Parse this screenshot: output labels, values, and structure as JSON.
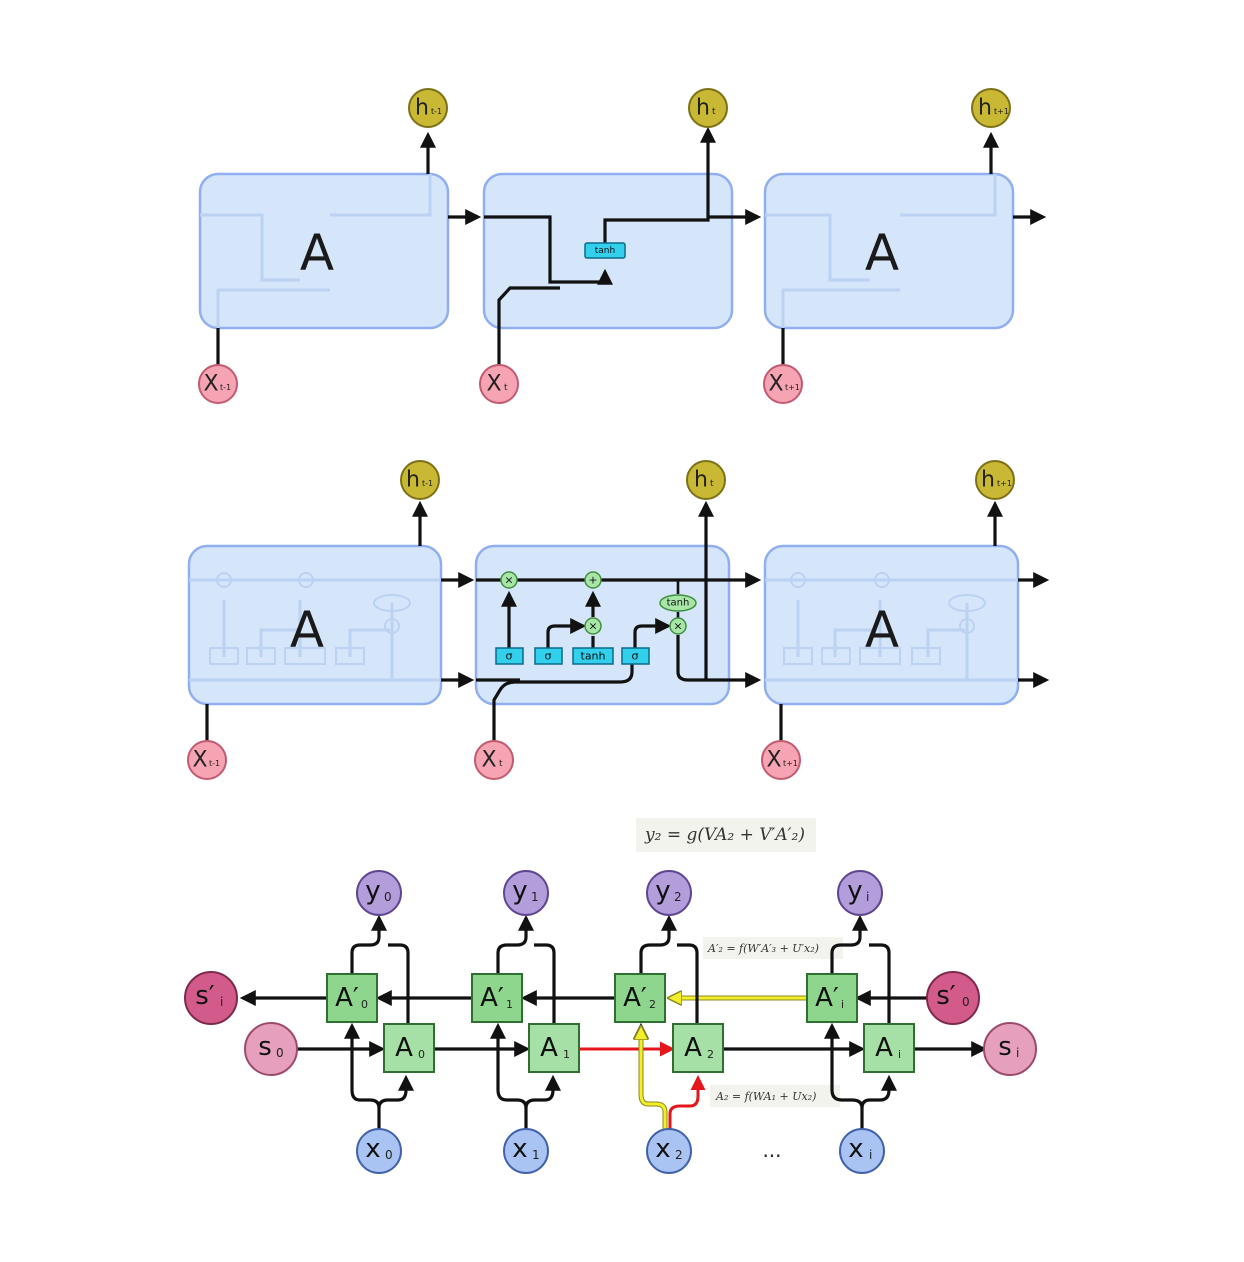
{
  "colors": {
    "cell_fill": "#d5e6fb",
    "cell_border": "#90aef0",
    "h_node": "#c9b834",
    "x_node": "#f6a3b3",
    "gate": "#33d0ee",
    "pointwise_op": "#a7e6a7",
    "bi_box": "#8ed58e",
    "y_node": "#b39ddb",
    "x_input_node": "#a9c3f2",
    "s_node": "#e6a0bd",
    "s_prime_node": "#d35b8b",
    "forward_path": "#e4161b",
    "backward_path": "#f2ee2a"
  },
  "rnn": {
    "cells": [
      {
        "label": "A"
      },
      {
        "label": "A"
      }
    ],
    "middle_gate": "tanh",
    "outputs": [
      {
        "base": "h",
        "sub": "t-1"
      },
      {
        "base": "h",
        "sub": "t"
      },
      {
        "base": "h",
        "sub": "t+1"
      }
    ],
    "inputs": [
      {
        "base": "X",
        "sub": "t-1"
      },
      {
        "base": "X",
        "sub": "t"
      },
      {
        "base": "X",
        "sub": "t+1"
      }
    ]
  },
  "lstm": {
    "cells": [
      {
        "label": "A"
      },
      {
        "label": "A"
      }
    ],
    "gates": [
      "σ",
      "σ",
      "tanh",
      "σ"
    ],
    "ops": {
      "forget": "×",
      "add": "+",
      "input_mul": "×",
      "output_mul": "×",
      "cell_tanh": "tanh"
    },
    "outputs": [
      {
        "base": "h",
        "sub": "t-1"
      },
      {
        "base": "h",
        "sub": "t"
      },
      {
        "base": "h",
        "sub": "t+1"
      }
    ],
    "inputs": [
      {
        "base": "X",
        "sub": "t-1"
      },
      {
        "base": "X",
        "sub": "t"
      },
      {
        "base": "X",
        "sub": "t+1"
      }
    ]
  },
  "birnn": {
    "formula_top": "y₂ = g(VA₂ + V′A′₂)",
    "formula_backward": "A′₂ = f(W′A′₃ + U′x₂)",
    "formula_forward": "A₂ = f(WA₁ + Ux₂)",
    "ellipsis": "...",
    "outputs": [
      {
        "base": "y",
        "sub": "0"
      },
      {
        "base": "y",
        "sub": "1"
      },
      {
        "base": "y",
        "sub": "2"
      },
      {
        "base": "y",
        "sub": "i"
      }
    ],
    "inputs": [
      {
        "base": "x",
        "sub": "0"
      },
      {
        "base": "x",
        "sub": "1"
      },
      {
        "base": "x",
        "sub": "2"
      },
      {
        "base": "x",
        "sub": "i"
      }
    ],
    "forward_cells": [
      {
        "base": "A",
        "sub": "0"
      },
      {
        "base": "A",
        "sub": "1"
      },
      {
        "base": "A",
        "sub": "2"
      },
      {
        "base": "A",
        "sub": "i"
      }
    ],
    "backward_cells": [
      {
        "base": "A′",
        "sub": "0"
      },
      {
        "base": "A′",
        "sub": "1"
      },
      {
        "base": "A′",
        "sub": "2"
      },
      {
        "base": "A′",
        "sub": "i"
      }
    ],
    "states": {
      "s0": {
        "base": "s",
        "sub": "0"
      },
      "si": {
        "base": "s",
        "sub": "i"
      },
      "sp0": {
        "base": "s′",
        "sub": "0"
      },
      "spi": {
        "base": "s′",
        "sub": "i"
      }
    }
  }
}
